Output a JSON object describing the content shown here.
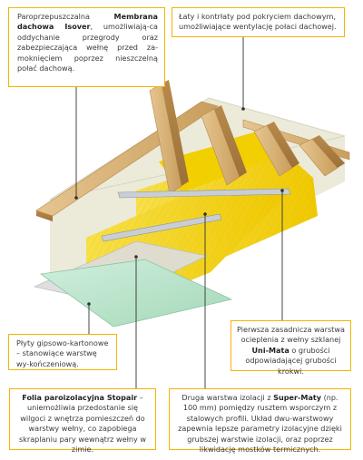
{
  "callouts": {
    "membrane": {
      "pre": "Paroprzepuszczalna ",
      "bold": "Membrana dachowa Isover",
      "post": ", umożliwiają-ca oddychanie przegrody oraz zabezpieczająca wełnę przed za-moknięciem poprzez nieszczelną połać dachową."
    },
    "battens": {
      "text": "Łaty i kontrłaty pod pokryciem dachowym, umożliwiające wentylację połaci dachowej."
    },
    "first_layer": {
      "pre": "Pierwsza zasadnicza warstwa ocieplenia z wełny szklanej ",
      "bold": "Uni-Mata",
      "post": " o grubości odpowiadającej grubości krokwi."
    },
    "plasterboard": {
      "text": "Płyty gipsowo-kartonowe – stanowiące warstwę wy-kończeniową."
    },
    "vapor_foil": {
      "bold": "Folia paroizolacyjna Stopair",
      "post": " – uniemożliwia przedostanie się wilgoci z wnętrza pomieszczeń do warstwy wełny, co zapobiega skraplaniu pary wewnątrz wełny w zimie."
    },
    "second_layer": {
      "pre": "Druga warstwa izolacji z ",
      "bold": "Super-Maty",
      "post": " (np. 100 mm) pomiędzy rusztem wsporczym z stalowych profili. Układ dwu-warstwowy zapewnia lepsze parametry izolacyjne dzięki grubszej warstwie izolacji, oraz poprzez likwidację mostków termicznych."
    }
  },
  "colors": {
    "callout_border": "#f3b500",
    "wood": "#d9b681",
    "membrane": "#ecead8",
    "insulation": "#f4d400",
    "foil": "#dcdcdc",
    "board": "#b9e3c8",
    "leader": "#333333"
  }
}
